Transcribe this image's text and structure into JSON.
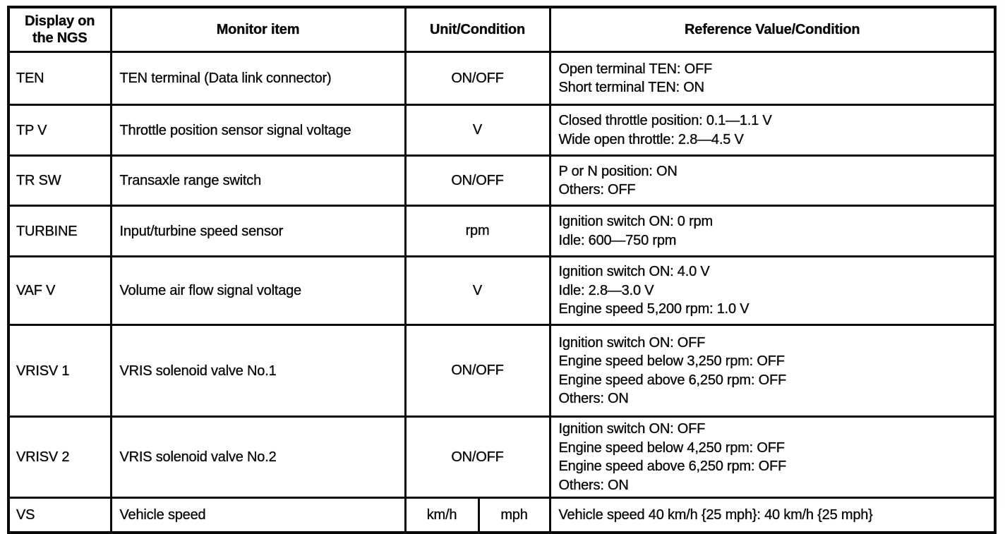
{
  "table": {
    "headers": {
      "display": "Display on the NGS",
      "item": "Monitor item",
      "unit": "Unit/Condition",
      "reference": "Reference Value/Condition"
    },
    "rows": [
      {
        "display": "TEN",
        "item": "TEN terminal (Data link connector)",
        "unit": "ON/OFF",
        "reference": [
          "Open terminal TEN: OFF",
          "Short terminal TEN: ON"
        ]
      },
      {
        "display": "TP V",
        "item": "Throttle position sensor signal voltage",
        "unit": "V",
        "reference": [
          "Closed throttle position: 0.1—1.1 V",
          "Wide open throttle: 2.8—4.5 V"
        ]
      },
      {
        "display": "TR SW",
        "item": "Transaxle range switch",
        "unit": "ON/OFF",
        "reference": [
          "P or N position: ON",
          "Others: OFF"
        ]
      },
      {
        "display": "TURBINE",
        "item": "Input/turbine speed sensor",
        "unit": "rpm",
        "reference": [
          "Ignition switch ON: 0 rpm",
          "Idle: 600—750 rpm"
        ]
      },
      {
        "display": "VAF V",
        "item": "Volume air flow signal voltage",
        "unit": "V",
        "reference": [
          "Ignition switch ON: 4.0 V",
          "Idle: 2.8—3.0 V",
          "Engine speed 5,200 rpm: 1.0 V"
        ]
      },
      {
        "display": "VRISV 1",
        "item": "VRIS solenoid valve No.1",
        "unit": "ON/OFF",
        "reference": [
          "Ignition switch ON: OFF",
          "Engine speed below 3,250 rpm: OFF",
          "Engine speed above 6,250 rpm: OFF",
          "Others: ON"
        ]
      },
      {
        "display": "VRISV 2",
        "item": "VRIS solenoid valve No.2",
        "unit": "ON/OFF",
        "reference": [
          "Ignition switch ON: OFF",
          "Engine speed below 4,250 rpm: OFF",
          "Engine speed above 6,250 rpm: OFF",
          "Others: ON"
        ]
      },
      {
        "display": "VS",
        "item": "Vehicle speed",
        "unit": "km/h",
        "unit2": "mph",
        "reference": [
          "Vehicle speed 40 km/h {25 mph}: 40 km/h {25 mph}"
        ]
      }
    ],
    "colors": {
      "border": "#0a0a0a",
      "background": "#ffffff",
      "text": "#0b0b0b"
    }
  }
}
